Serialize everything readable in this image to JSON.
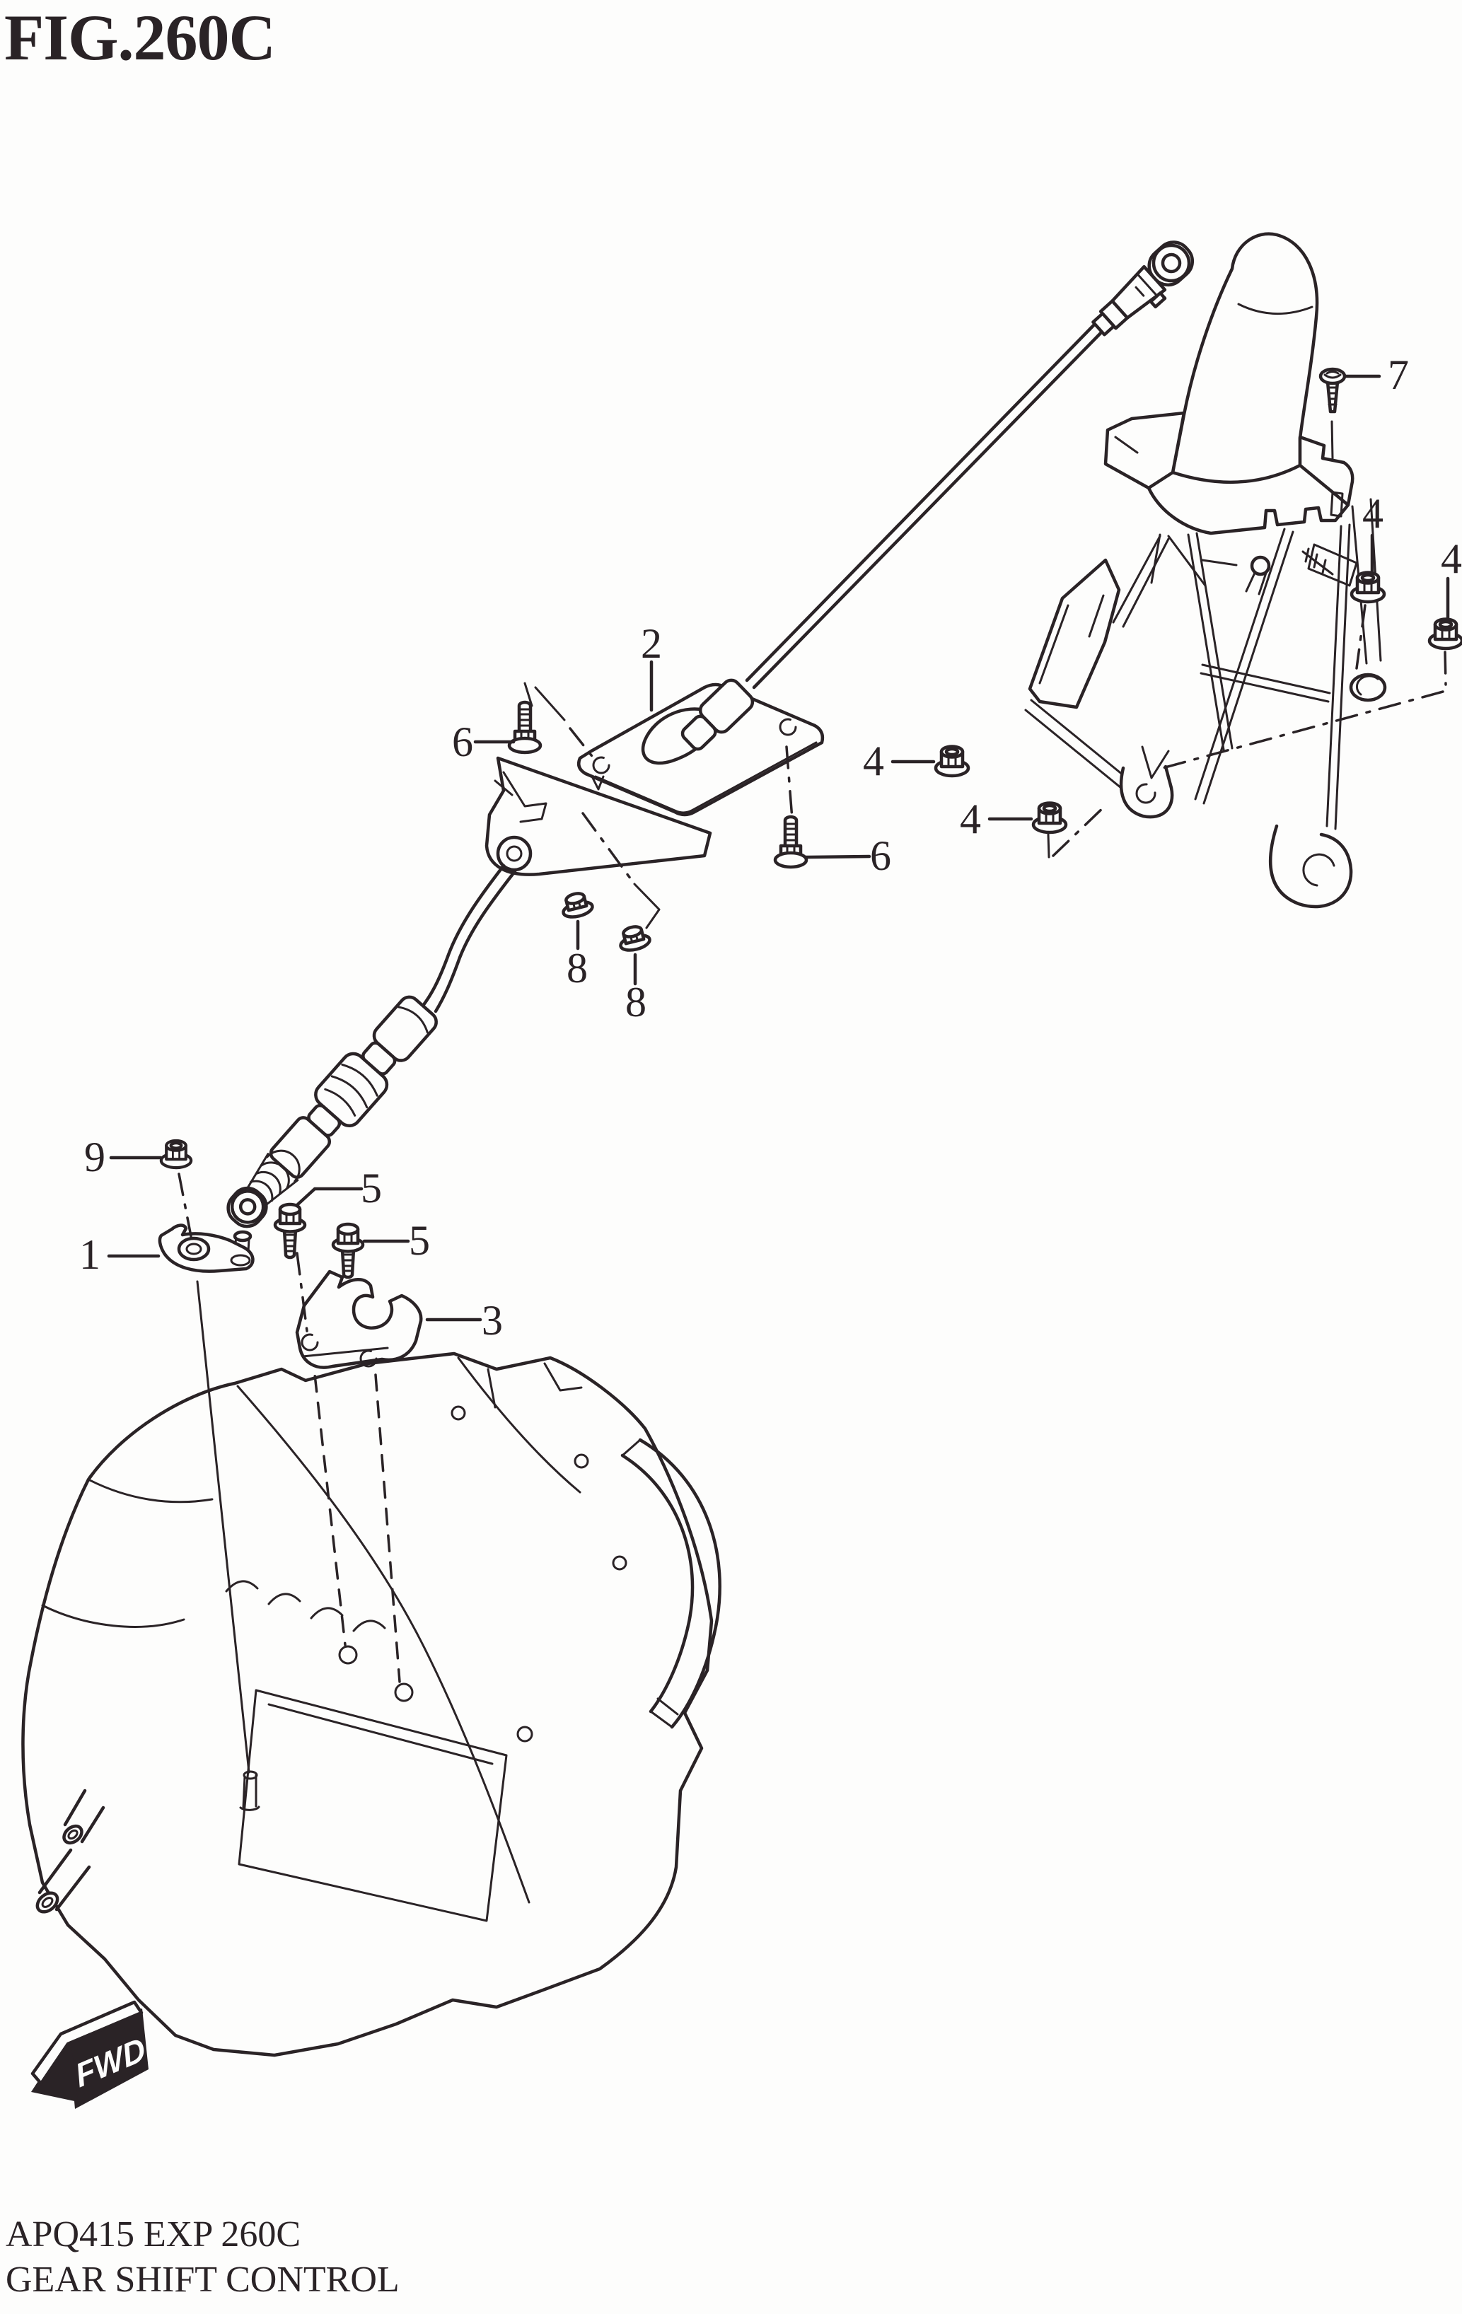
{
  "figure": {
    "title": "FIG.260C"
  },
  "footer": {
    "code": "APQ415 EXP 260C",
    "caption": "GEAR SHIFT CONTROL"
  },
  "direction_marker": {
    "label": "FWD"
  },
  "colors": {
    "ink": "#2a2326",
    "paper": "#fdfdfc"
  },
  "callouts": [
    {
      "label": "7"
    },
    {
      "label": "4"
    },
    {
      "label": "4"
    },
    {
      "label": "2"
    },
    {
      "label": "6"
    },
    {
      "label": "4"
    },
    {
      "label": "4"
    },
    {
      "label": "6"
    },
    {
      "label": "8"
    },
    {
      "label": "8"
    },
    {
      "label": "9"
    },
    {
      "label": "5"
    },
    {
      "label": "5"
    },
    {
      "label": "1"
    },
    {
      "label": "3"
    }
  ]
}
